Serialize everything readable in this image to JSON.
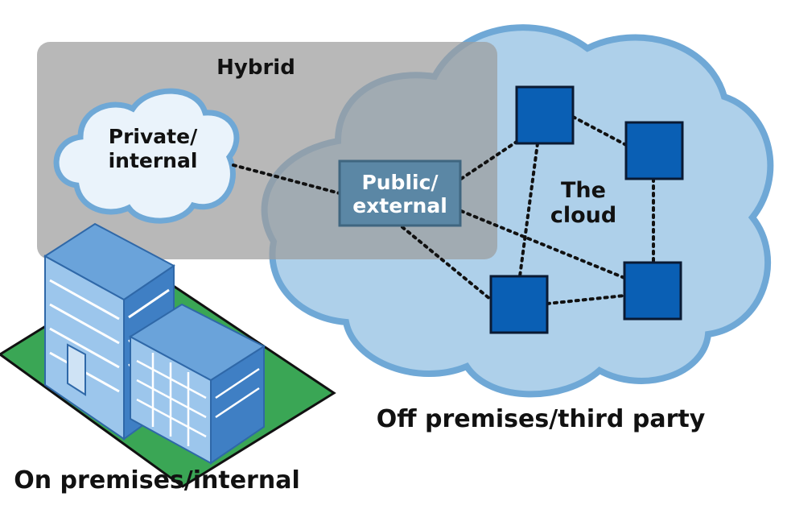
{
  "colors": {
    "cloud_fill": "#aed0ea",
    "cloud_stroke": "#6fa8d6",
    "hybrid_fill": "#9c9c9c",
    "node_fill": "#0a5fb4",
    "node_stroke": "#0a1a33",
    "public_box_fill": "#5b87a5",
    "building_light": "#9cc6ec",
    "building_mid": "#6aa3da",
    "building_dark": "#3f7fc4",
    "ground_fill": "#3aa655"
  },
  "labels": {
    "hybrid": "Hybrid",
    "private_line1": "Private/",
    "private_line2": "internal",
    "public_line1": "Public/",
    "public_line2": "external",
    "cloud_line1": "The",
    "cloud_line2": "cloud",
    "off_premises": "Off premises/third party",
    "on_premises": "On premises/internal"
  },
  "icons": {
    "private_cloud": "cloud-icon",
    "building": "office-building-icon",
    "nodes": "server-node-icon"
  }
}
